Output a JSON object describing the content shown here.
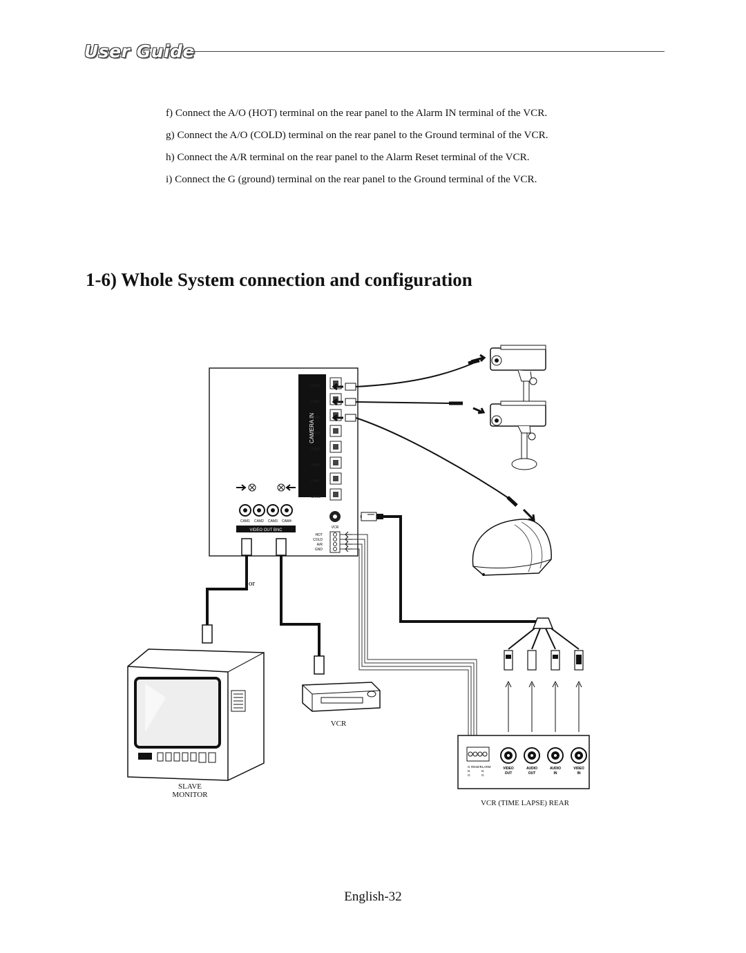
{
  "header": {
    "logo_text": "User Guide"
  },
  "instructions": [
    "f) Connect the A/O (HOT) terminal on the rear panel to the Alarm IN terminal of the VCR.",
    "g) Connect the A/O (COLD) terminal on the rear panel to the Ground terminal of the VCR.",
    "h) Connect the A/R terminal on the rear panel to the Alarm Reset terminal of the VCR.",
    "i) Connect the G (ground) terminal on the rear panel to the Ground terminal of the VCR."
  ],
  "section": {
    "title": "1-6) Whole System connection and configuration"
  },
  "diagram": {
    "panel": {
      "cameras_label": "CAMERA IN",
      "camera_ports": [
        "CAM1",
        "CAM2",
        "CAM3",
        "CAM4",
        "CAM5",
        "CAM6",
        "CAM7",
        "CAM8"
      ],
      "video_out_label": "VIDEO OUT BNC",
      "video_out_ports": [
        "CAM1",
        "CAM2",
        "CAM3",
        "CAM4"
      ],
      "vcr_port": "VCR",
      "alarm_terminals": [
        "HOT",
        "COLD",
        "A/R",
        "GND"
      ]
    },
    "or_label": "or",
    "monitor_label": [
      "SLAVE",
      "MONITOR"
    ],
    "vcr_label": "VCR",
    "vcr_rear_label": "VCR (TIME LAPSE) REAR",
    "vcr_rear_terminals": [
      "G",
      "RESET",
      "ALARM"
    ],
    "vcr_rear_terminal_rows": [
      "N",
      "N",
      "O",
      "O"
    ],
    "vcr_rear_ports": [
      {
        "top": "VIDEO",
        "bottom": "OUT"
      },
      {
        "top": "AUDIO",
        "bottom": "OUT"
      },
      {
        "top": "AUDIO",
        "bottom": "IN"
      },
      {
        "top": "VIDEO",
        "bottom": "IN"
      }
    ]
  },
  "footer": {
    "page_number": "English-32"
  }
}
